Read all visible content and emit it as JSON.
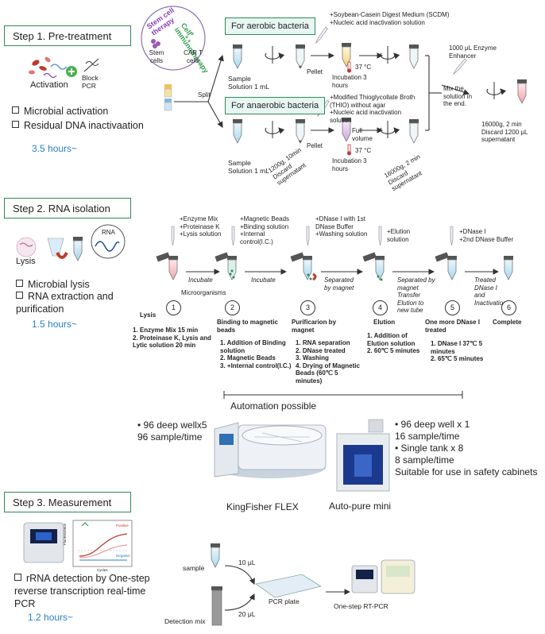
{
  "step1": {
    "title": "Step 1. Pre-treatment",
    "activation": "Activation",
    "block_pcr": "Block PCR",
    "bullets": [
      "Microbial activation",
      "Residual DNA inactivaation"
    ],
    "hours": "3.5 hours~",
    "cell_immunotherapy": "Cell immunotherapy",
    "stem_cell_therapy": "Stem cell therapy",
    "stem_cells": "Stem cells",
    "car_t_cells": "CAR T cells",
    "split": "Split",
    "aerobic": "For aerobic bacteria",
    "anaerobic": "For anaerobic bacteria",
    "sample_top": "Sample Solution 1 mL",
    "sample_bottom": "Sample Solution 1 mL",
    "pellet_top": "Pellet",
    "pellet_bottom": "Pellet",
    "spin_bottom": "1200g, 10min Discard supernatant",
    "scdm_1": "+Soybean-Casein Digest Medium (SCDM)",
    "scdm_2": "+Nucleic acid inactivation solution",
    "thio_1": "+Modified Thioglycollate Broth (THIO) without agar",
    "thio_2": "+Nucleic acid inactivation solution",
    "temp_top": "37 °C",
    "temp_bottom": "37 °C",
    "incub_top": "Incubation 3 hours",
    "incub_bottom": "Incubation 3 hours",
    "full_volume": "Full volume",
    "spin_16000": "16000g, 2 min Discard supernatant",
    "enzyme_enhancer": "1000 μL Enzyme Enhancer",
    "mix_solution": "Mix the solution in the end.",
    "final_spin": "16000g, 2 min Discard 1200 μL supernatant"
  },
  "step2": {
    "title": "Step 2. RNA isolation",
    "lysis_label": "Lysis",
    "rna_label": "RNA",
    "bullets": [
      "Microbial lysis",
      "RNA extraction and purification"
    ],
    "hours": "1.5 hours~",
    "add1": [
      "+Enzyme Mix",
      "+Proteinase K",
      "+Lysis solution"
    ],
    "add2": [
      "+Magnetic Beads",
      "+Binding solution",
      "+Internal control(I.C.)"
    ],
    "add3": [
      "+DNase I with 1st DNase Buffer",
      "+Washing solution"
    ],
    "add4": [
      "+Elution solution"
    ],
    "add5": [
      "+DNase I",
      "+2nd DNase Buffer"
    ],
    "arrow1": "Incubate",
    "arrow2": "Incubate",
    "arrow3": "Separated by magnet",
    "arrow4": "Separated by magnet Transfer Elution to new tube",
    "arrow5": "Treated DNase I and Inactivation",
    "microorganisms": "Microorganisms",
    "nums": [
      "1",
      "2",
      "3",
      "4",
      "5",
      "6"
    ],
    "stage_titles": [
      "Lysis",
      "Binding to magnetic beads",
      "Purificarion by magnet",
      "Elution",
      "One more DNase I treated",
      "Complete"
    ],
    "stage1_steps": [
      "1.  Enzyme Mix 15 min",
      "2.  Proteinase K, Lysis and Lytic solution 20 min"
    ],
    "stage2_steps": [
      "1.  Addition of Binding solution",
      "2.  Magnetic Beads",
      "3.  +Internal control(I.C.)"
    ],
    "stage3_steps": [
      "1.  RNA separation",
      "2.  DNase treated",
      "3.  Washing",
      "4.  Drying of Magnetic Beads (60℃ 5 minutes)"
    ],
    "stage4_steps": [
      "1.  Addition of Elution solution",
      "2.  60℃ 5 minutes"
    ],
    "stage5_steps": [
      "1.  DNase I 37℃ 5 minutes",
      "2.  65℃ 5 minutes"
    ],
    "automation": "Automation possible",
    "kf_spec1": "• 96 deep wellx5",
    "kf_spec2": "96 sample/time",
    "kf_name": "KingFisher FLEX",
    "ap_name": "Auto-pure mini",
    "ap_specs": [
      "• 96 deep well x 1",
      "16 sample/time",
      "• Single tank x 8",
      "8 sample/time",
      "Suitable for use in safety cabinets"
    ]
  },
  "step3": {
    "title": "Step 3. Measurement",
    "bullet": "rRNA detection by One-step reverse transcription real-time PCR",
    "hours": "1.2 hours~",
    "sample": "sample",
    "detection_mix": "Detection mix",
    "vol_10": "10 μL",
    "vol_20": "20 μL",
    "pcr_plate": "PCR plate",
    "rt_pcr": "One-step RT-PCR",
    "graph_positive": "Positive",
    "graph_negative": "Negative",
    "graph_ylabel": "Fluorescence",
    "graph_xlabel": "Cycles"
  },
  "colors": {
    "step_border": "#2e8b57",
    "hours": "#2a7fc4",
    "aerobic_fill": "#e7f6f2",
    "cell_immuno": "#2e9e4f",
    "stem_cell": "#8a3fb4"
  }
}
